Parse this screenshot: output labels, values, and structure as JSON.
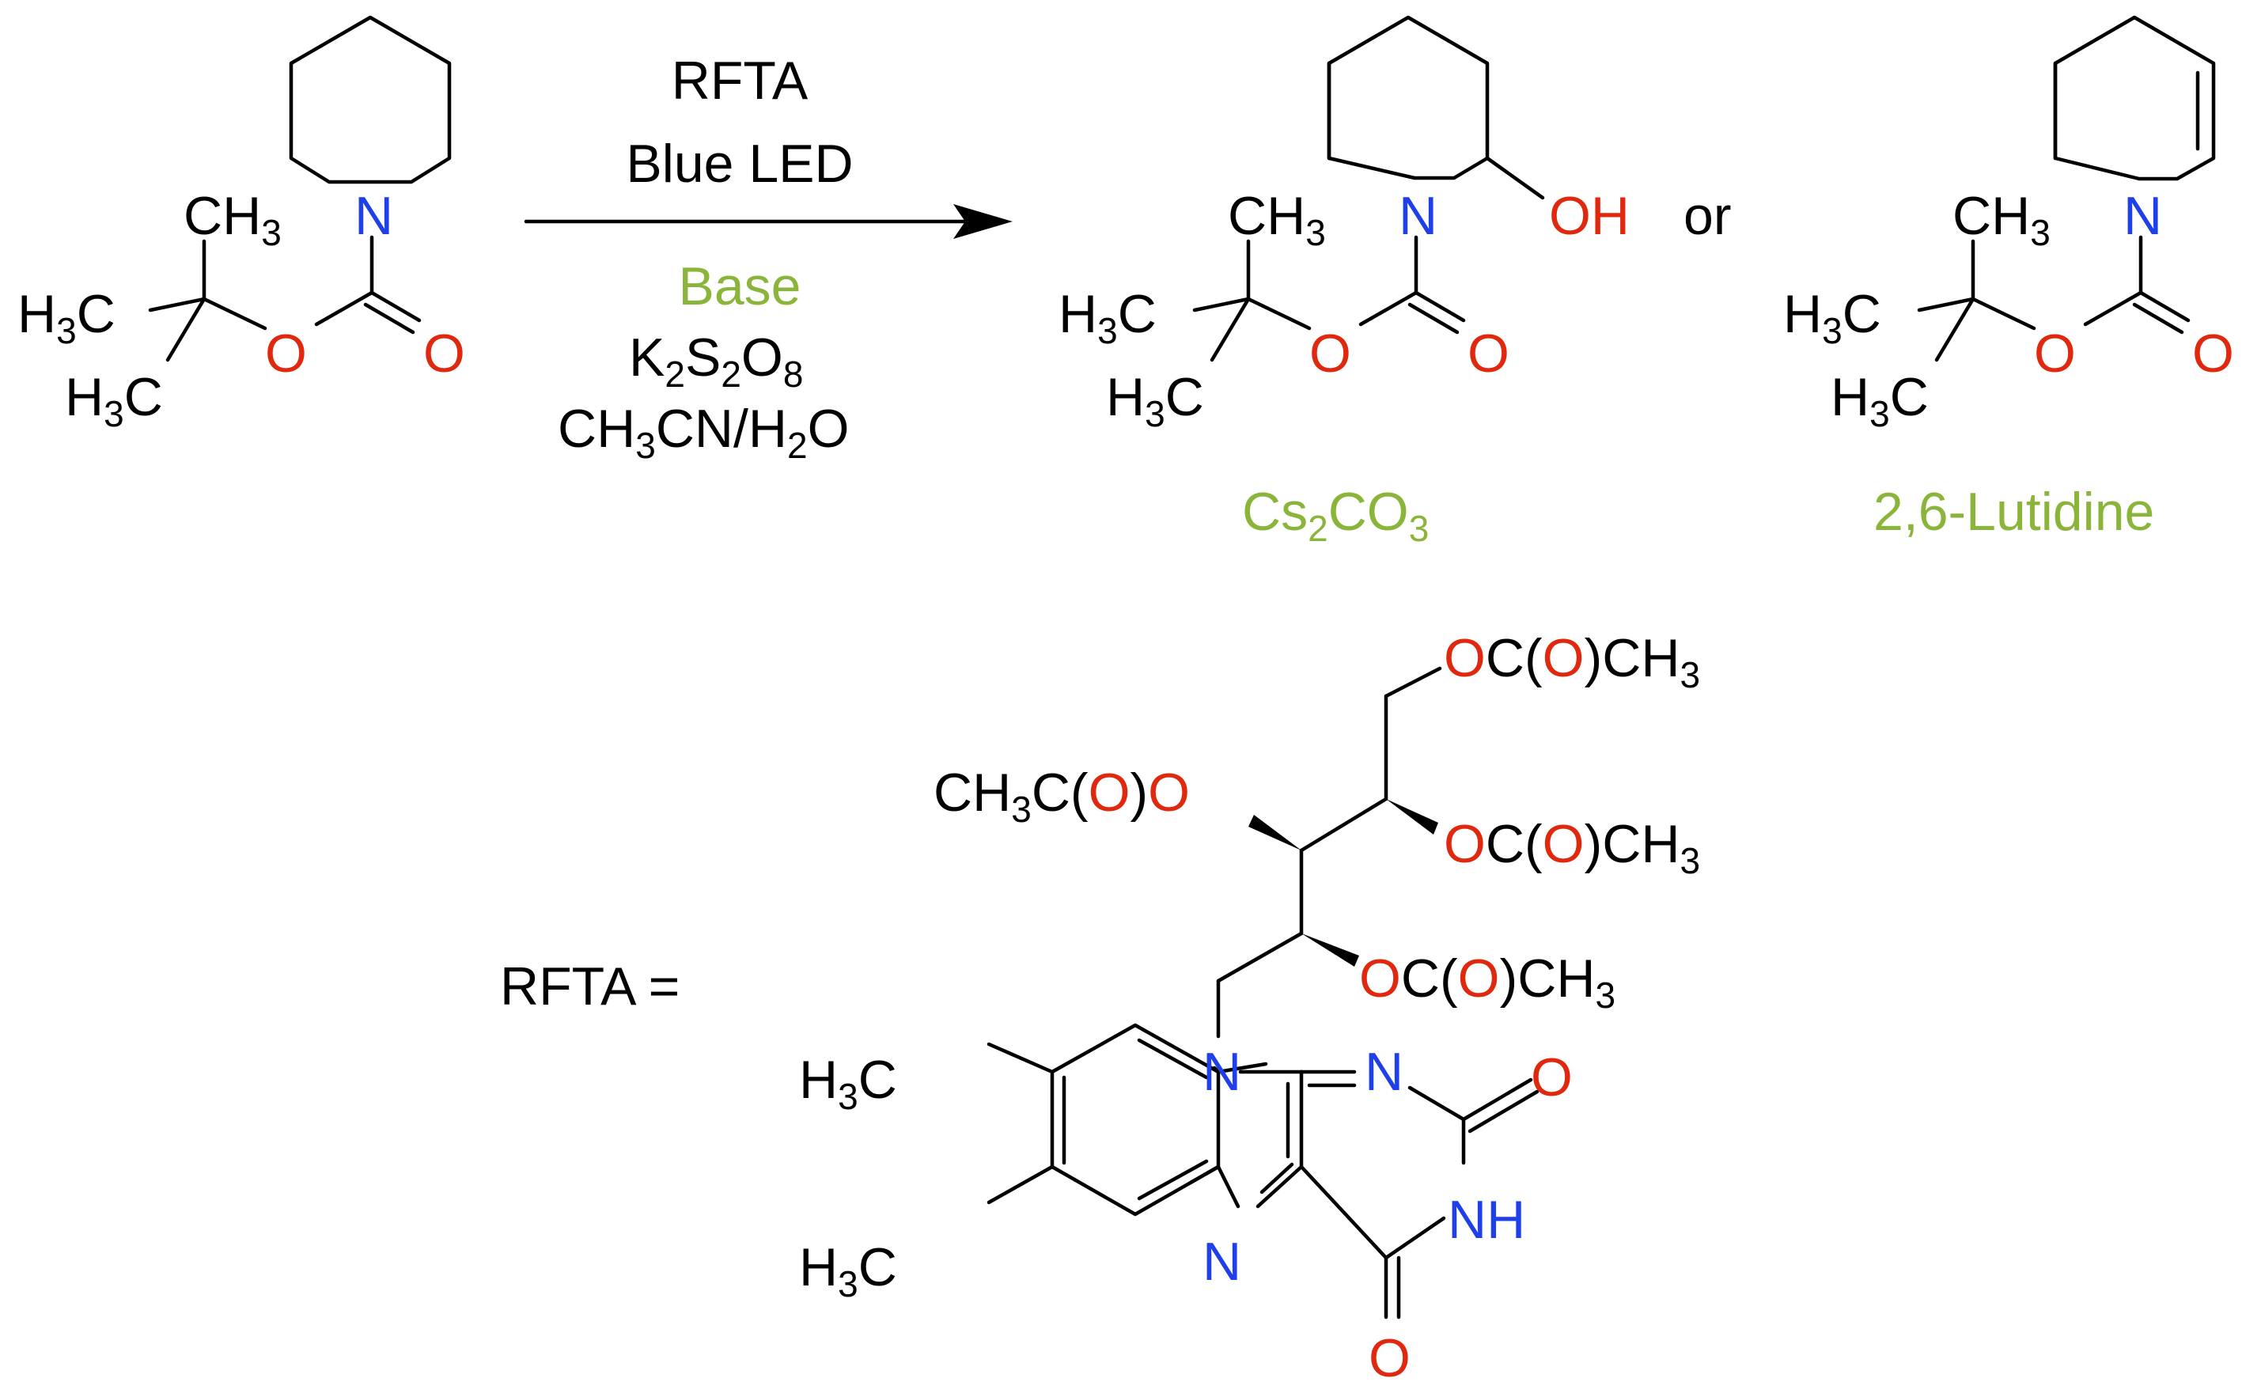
{
  "colors": {
    "carbon": "#000000",
    "oxygen": "#e0280f",
    "nitrogen": "#1f3fe8",
    "base_label": "#8ab53a"
  },
  "conditions": {
    "catalyst": "RFTA",
    "light": "Blue LED",
    "base": "Base",
    "oxidant": {
      "k": "K",
      "k_sub": "2",
      "s": "S",
      "s_sub": "2",
      "o": "O",
      "o_sub": "8"
    },
    "solvent": {
      "a": "CH",
      "a_sub": "3",
      "b": "CN/H",
      "b_sub": "2",
      "c": "O"
    }
  },
  "atoms": {
    "N": "N",
    "O": "O",
    "NH": "NH",
    "OH": "OH",
    "CH": "CH",
    "H": "H",
    "C": "C",
    "three": "3",
    "OC": "OC(",
    "close": ")CH",
    "CH3C": "CH",
    "CH3C_tail": "C(",
    "close_O": ")O"
  },
  "connector": "or",
  "base_labels": {
    "cs": {
      "a": "Cs",
      "a_sub": "2",
      "b": "CO",
      "b_sub": "3"
    },
    "lutidine": "2,6-Lutidine"
  },
  "rfta_label": "RFTA ="
}
